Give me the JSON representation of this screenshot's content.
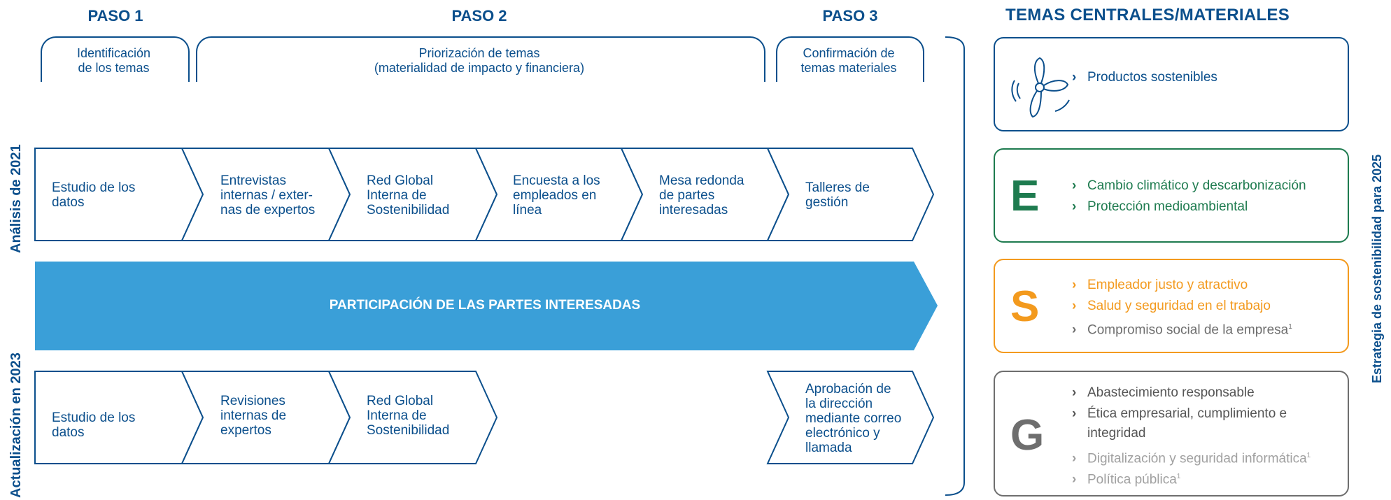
{
  "steps": {
    "paso1": "PASO 1",
    "paso2": "PASO 2",
    "paso3": "PASO 3"
  },
  "brackets": {
    "b1_line1": "Identificación",
    "b1_line2": "de los temas",
    "b2_line1": "Priorización de temas",
    "b2_line2": "(materialidad de impacto y financiera)",
    "b3_line1": "Confirmación de",
    "b3_line2": "temas materiales"
  },
  "row_labels": {
    "top": "Análisis de 2021",
    "bottom": "Actualización en 2023"
  },
  "top_row": [
    [
      "Estudio de los",
      "datos"
    ],
    [
      "Entrevistas",
      "internas / exter-",
      "nas de expertos"
    ],
    [
      "Red Global",
      "Interna de",
      "Sostenibilidad"
    ],
    [
      "Encuesta a los",
      "empleados en",
      "línea"
    ],
    [
      "Mesa redonda",
      "de partes",
      "interesadas"
    ],
    [
      "Talleres de",
      "gestión"
    ]
  ],
  "band": "PARTICIPACIÓN DE LAS PARTES INTERESADAS",
  "bottom_row": [
    [
      "Estudio de los",
      "datos"
    ],
    [
      "Revisiones",
      "internas de",
      "expertos"
    ],
    [
      "Red Global",
      "Interna de",
      "Sostenibilidad"
    ],
    [
      "Aprobación de",
      "la dirección",
      "mediante correo",
      "electrónico y",
      "llamada"
    ]
  ],
  "right": {
    "title": "TEMAS CENTRALES/MATERIALES",
    "side_label": "Estrategia de sostenibilidad para 2025",
    "bullet_mark": "›",
    "sustainable": {
      "icon": "wind-turbine-icon",
      "items": [
        "Productos sostenibles"
      ]
    },
    "e": {
      "letter": "E",
      "color": "#1e7b4f",
      "items": [
        "Cambio climático y descarbonización",
        "Protección medioambiental"
      ]
    },
    "s": {
      "letter": "S",
      "color": "#f39a1e",
      "items": [
        "Empleador justo y atractivo",
        "Salud y seguridad en el trabajo"
      ],
      "gray_items": [
        "Compromiso social de la empresa"
      ]
    },
    "g": {
      "letter": "G",
      "color": "#6e6e6e",
      "items": [
        "Abastecimiento responsable",
        "Ética empresarial, cumplimiento e",
        "integridad"
      ],
      "light_items": [
        "Digitalización y seguridad informática",
        "Política pública"
      ]
    },
    "footnote_mark": "1"
  },
  "colors": {
    "primary": "#0b4f8c",
    "band": "#3a9fd8",
    "e_green": "#1e7b4f",
    "s_orange": "#f39a1e",
    "g_gray": "#6e6e6e",
    "light_gray": "#a0a0a0"
  }
}
